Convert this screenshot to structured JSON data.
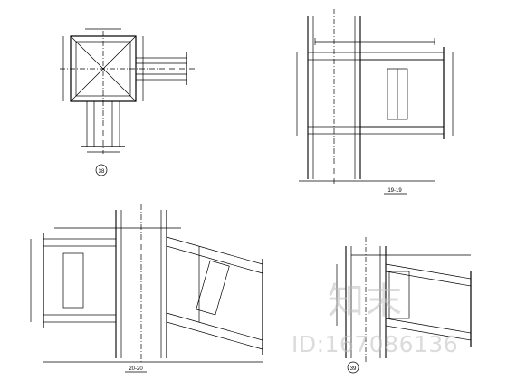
{
  "labels": {
    "view38": "38",
    "view1919": "19-19",
    "view2020": "20-20",
    "view39": "39"
  },
  "watermark": {
    "text_cn": "知末",
    "id": "ID:167086136"
  },
  "colors": {
    "background": "#ffffff",
    "line": "#000000",
    "watermark": "#bebebe"
  }
}
